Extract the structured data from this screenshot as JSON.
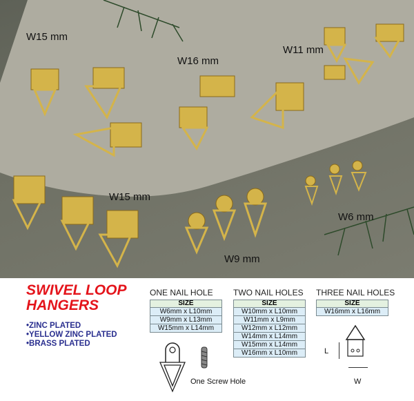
{
  "photo_labels": [
    "W15 mm",
    "W16 mm",
    "W11 mm",
    "W15 mm",
    "W9 mm",
    "W6 mm"
  ],
  "title_line1": "SWIVEL LOOP",
  "title_line2": "HANGERS",
  "features": [
    "•ZINC PLATED",
    "•YELLOW ZINC PLATED",
    "•BRASS PLATED"
  ],
  "groups": [
    {
      "heading": "ONE NAIL HOLE",
      "col": "SIZE",
      "rows": [
        "W6mm x L10mm",
        "W9mm x L13mm",
        "W15mm x L14mm"
      ]
    },
    {
      "heading": "TWO NAIL HOLES",
      "col": "SIZE",
      "rows": [
        "W10mm x L10mm",
        "W11mm x L9mm",
        "W12mm x L12mm",
        "W14mm x L14mm",
        "W15mm x L14mm",
        "W16mm x L10mm"
      ]
    },
    {
      "heading": "THREE NAIL HOLES",
      "col": "SIZE",
      "rows": [
        "W16mm x L16mm"
      ]
    }
  ],
  "diagram": {
    "screw_caption": "One Screw Hole",
    "dim_l": "L",
    "dim_w": "W"
  },
  "colors": {
    "title": "#e4141b",
    "features": "#2a2f8f",
    "gold": "#d4b44a"
  }
}
